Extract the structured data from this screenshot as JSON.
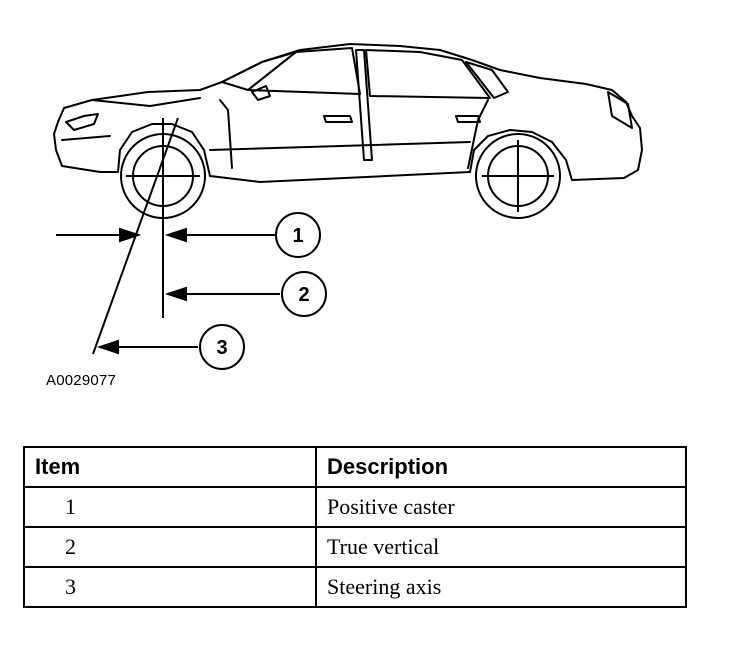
{
  "figure": {
    "id": "A0029077",
    "callouts": [
      "1",
      "2",
      "3"
    ]
  },
  "legend": {
    "headers": {
      "item": "Item",
      "description": "Description"
    },
    "rows": [
      {
        "item": "1",
        "description": "Positive caster"
      },
      {
        "item": "2",
        "description": "True vertical"
      },
      {
        "item": "3",
        "description": "Steering axis"
      }
    ]
  },
  "colors": {
    "line": "#000000",
    "background": "#ffffff"
  }
}
